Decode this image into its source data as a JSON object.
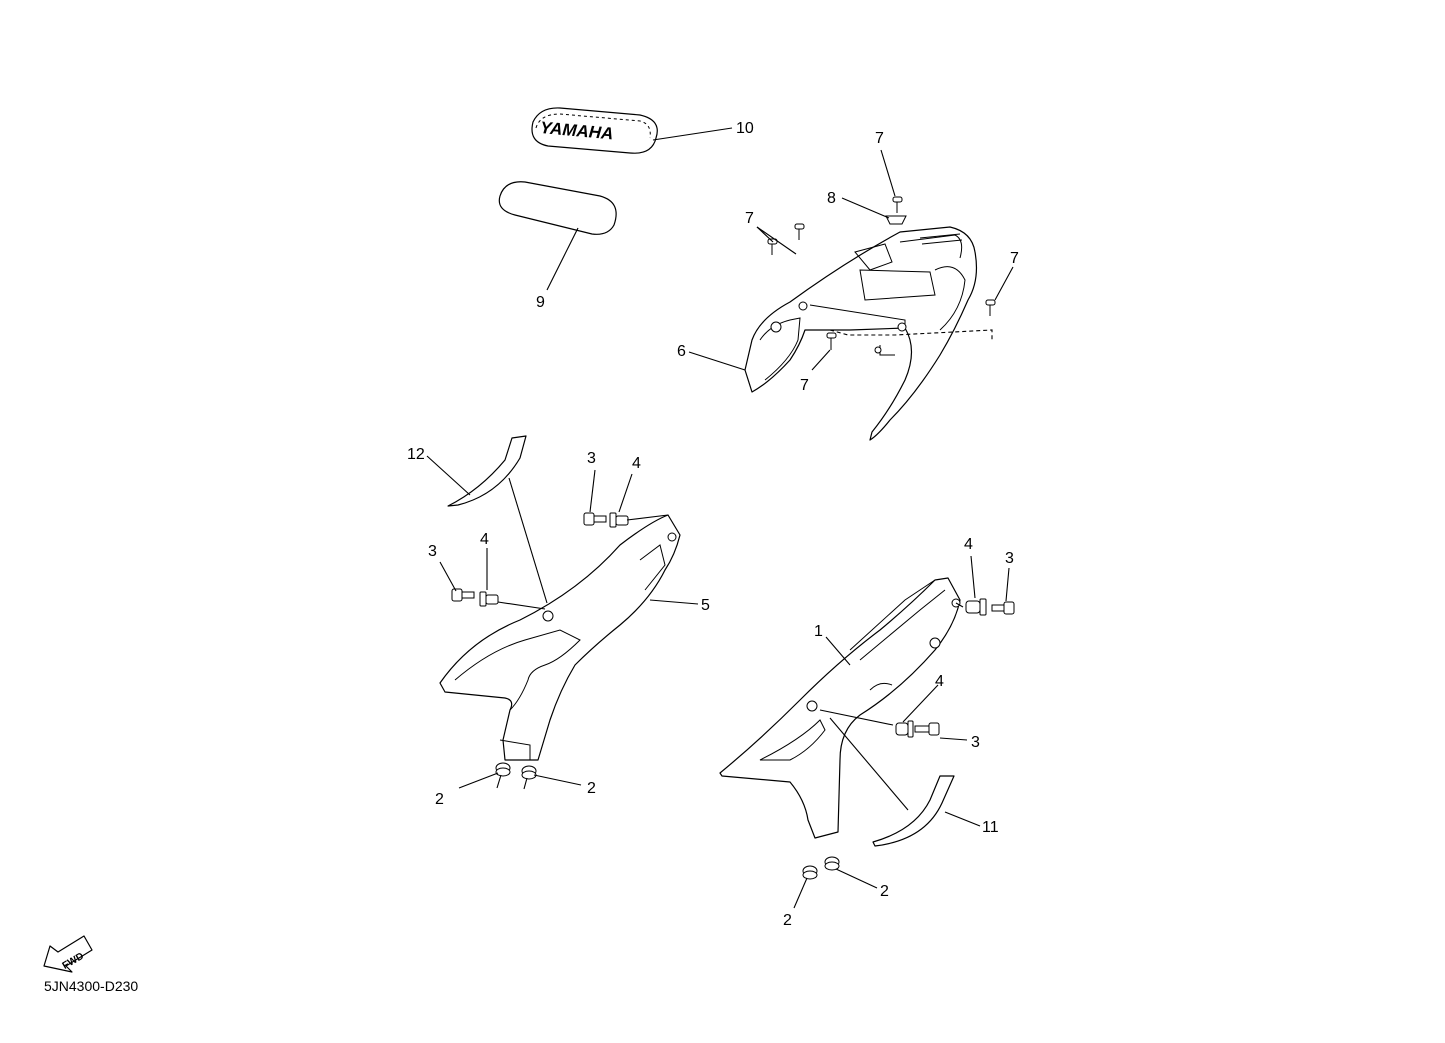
{
  "diagram_code": "5JN4300-D230",
  "fwd_label": "FWD",
  "emblem_text": "YAMAHA",
  "callouts": {
    "c1": "1",
    "c2a": "2",
    "c2b": "2",
    "c2c": "2",
    "c2d": "2",
    "c3a": "3",
    "c3b": "3",
    "c3c": "3",
    "c3d": "3",
    "c4a": "4",
    "c4b": "4",
    "c4c": "4",
    "c4d": "4",
    "c5": "5",
    "c6": "6",
    "c7a": "7",
    "c7b": "7",
    "c7c": "7",
    "c7d": "7",
    "c8": "8",
    "c9": "9",
    "c10": "10",
    "c11": "11",
    "c12": "12"
  }
}
